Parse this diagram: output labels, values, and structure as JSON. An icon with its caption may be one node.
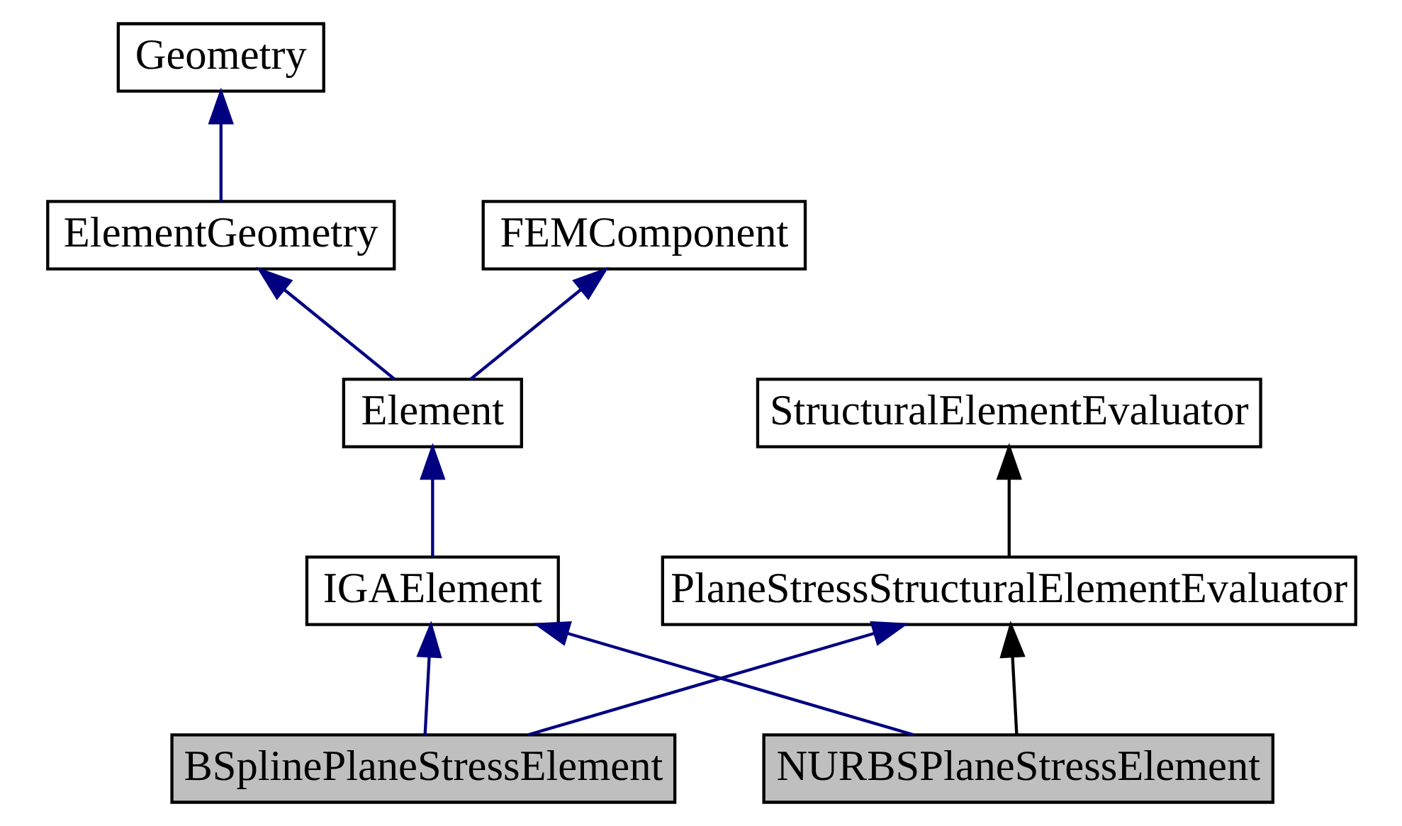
{
  "diagram": {
    "nodes": [
      {
        "text": [
          "Geometry"
        ]
      },
      {
        "text": [
          "FEMComponent"
        ]
      },
      {
        "text": [
          "ElementGeometry"
        ]
      },
      {
        "text": [
          "Element"
        ]
      },
      {
        "text": [
          "StructuralElementEvaluator"
        ]
      },
      {
        "text": [
          "IGAElement"
        ]
      },
      {
        "text": [
          "PlaneStressStructuralElementEvaluator"
        ]
      },
      {
        "text": [
          "BSplinePlaneStressElement"
        ]
      },
      {
        "text": [
          "NURBSPlaneStressElement"
        ]
      }
    ],
    "edges": [
      {
        "from": 2,
        "to": 0,
        "arrow": "to"
      },
      {
        "from": 3,
        "to": 1,
        "arrow": "to"
      },
      {
        "from": 3,
        "to": 2,
        "arrow": "to"
      },
      {
        "from": 5,
        "to": 3,
        "arrow": "to"
      },
      {
        "from": 6,
        "to": 4,
        "arrow": "to",
        "color": "#000000"
      },
      {
        "from": 7,
        "to": 5,
        "arrow": "to"
      },
      {
        "from": 7,
        "to": 6,
        "arrow": "to"
      },
      {
        "from": 8,
        "to": 5,
        "arrow": "to"
      },
      {
        "from": 8,
        "to": 6,
        "arrow": "to",
        "color": "#000000"
      }
    ]
  }
}
